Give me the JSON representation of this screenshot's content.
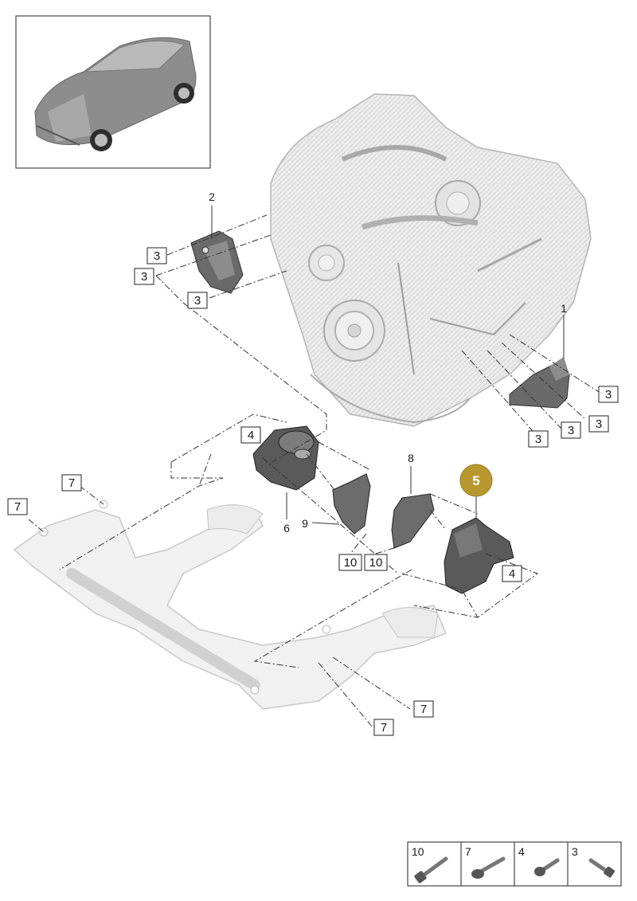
{
  "callouts": {
    "c1": "1",
    "c2": "2",
    "c5": "5",
    "c6": "6",
    "c8": "8",
    "c9": "9"
  },
  "boxes": {
    "b3a": "3",
    "b3b": "3",
    "b3c": "3",
    "b3d": "3",
    "b3e": "3",
    "b3f": "3",
    "b3g": "3",
    "b4a": "4",
    "b4b": "4",
    "b7a": "7",
    "b7b": "7",
    "b7c": "7",
    "b7d": "7",
    "b10a": "10",
    "b10b": "10"
  },
  "legend": {
    "cells": [
      {
        "label": "10",
        "icon": "long-bolt-icon"
      },
      {
        "label": "7",
        "icon": "flange-bolt-icon"
      },
      {
        "label": "4",
        "icon": "short-bolt-icon"
      },
      {
        "label": "3",
        "icon": "hex-bolt-icon"
      }
    ]
  },
  "colors": {
    "highlight": "#b8982e",
    "part_fill": "#e8e8e8",
    "part_stroke": "#9a9a9a",
    "dark_part": "#4a4a4a",
    "line": "#333333"
  }
}
